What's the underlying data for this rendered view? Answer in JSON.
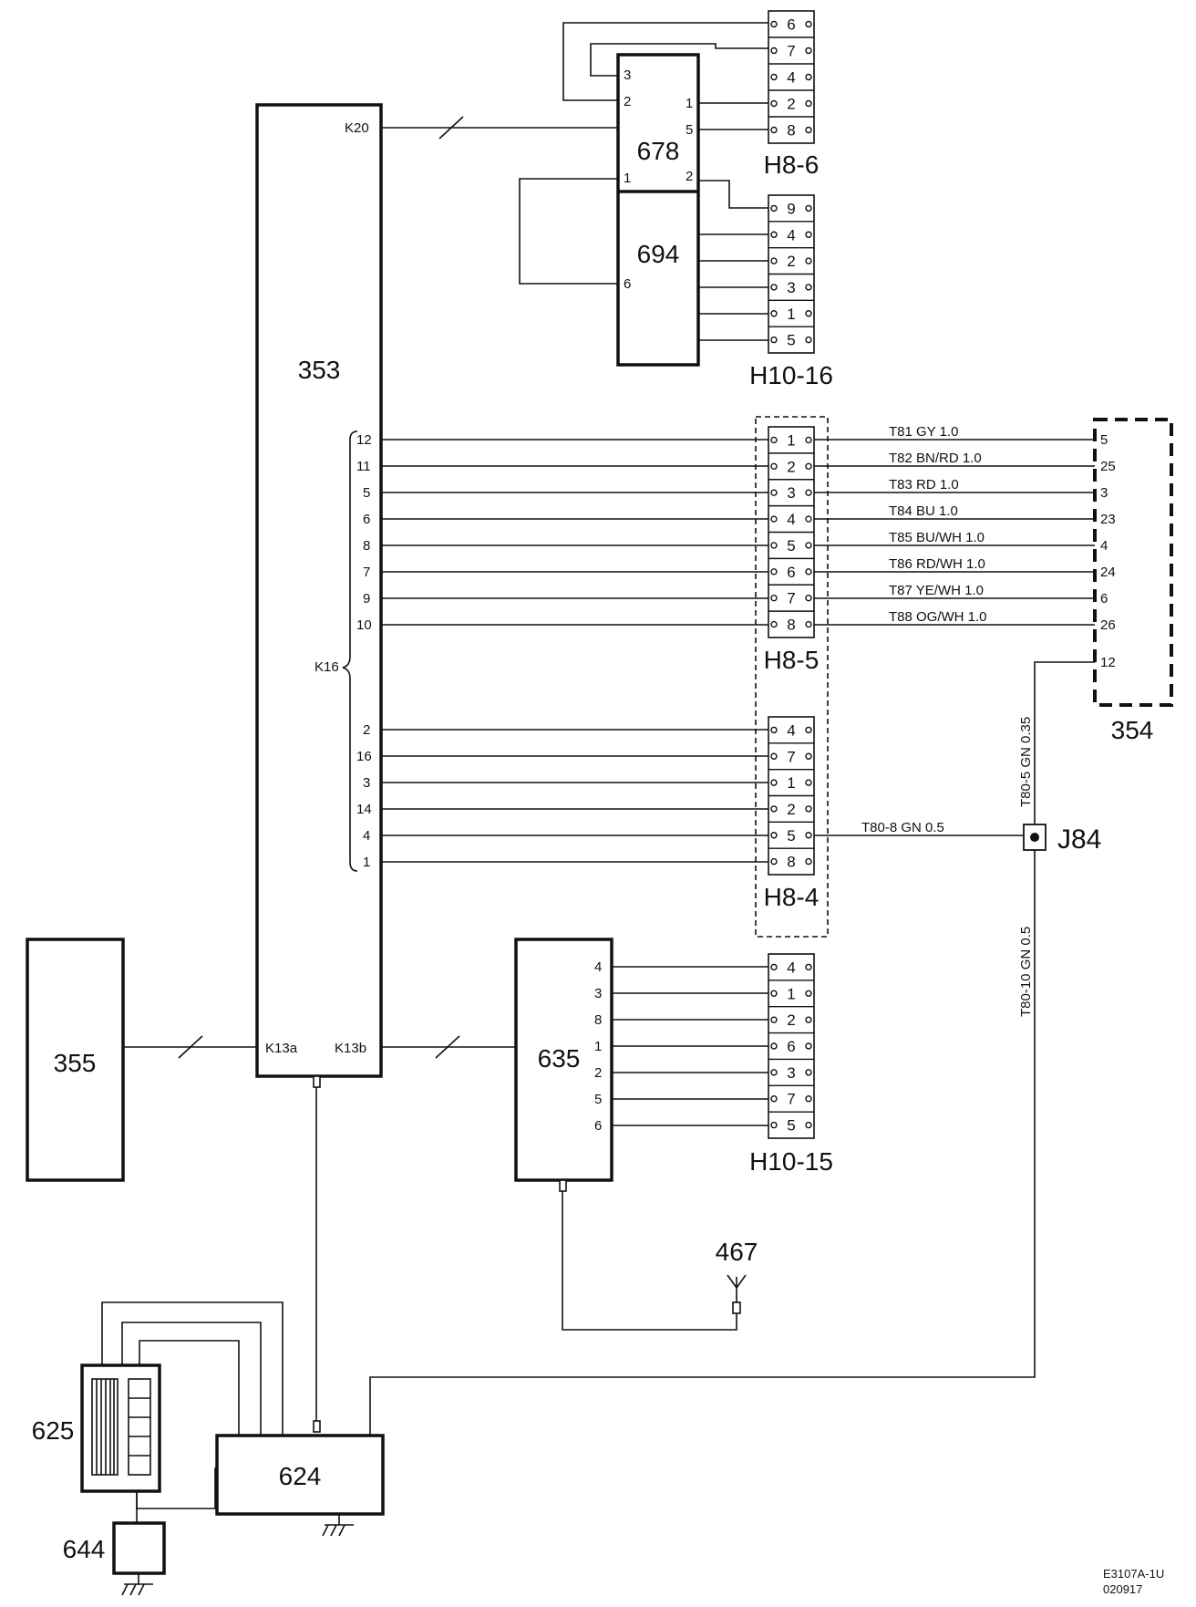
{
  "components": {
    "c353": "353",
    "c354": "354",
    "c355": "355",
    "c467": "467",
    "c624": "624",
    "c625": "625",
    "c635": "635",
    "c644": "644",
    "c678": "678",
    "c694": "694",
    "j84": "J84"
  },
  "connectors": {
    "h8_6": {
      "label": "H8-6",
      "pins": [
        "6",
        "7",
        "4",
        "2",
        "8"
      ]
    },
    "h10_16": {
      "label": "H10-16",
      "pins": [
        "9",
        "4",
        "2",
        "3",
        "1",
        "5"
      ]
    },
    "h8_5": {
      "label": "H8-5",
      "pins": [
        "1",
        "2",
        "3",
        "4",
        "5",
        "6",
        "7",
        "8"
      ]
    },
    "h8_4": {
      "label": "H8-4",
      "pins": [
        "4",
        "7",
        "1",
        "2",
        "5",
        "8"
      ]
    },
    "h10_15": {
      "label": "H10-15",
      "pins": [
        "4",
        "1",
        "2",
        "6",
        "3",
        "7",
        "5"
      ]
    }
  },
  "module353": {
    "k20": "K20",
    "k16": "K16",
    "k13a": "K13a",
    "k13b": "K13b",
    "k16_pins_upper": [
      "12",
      "11",
      "5",
      "6",
      "8",
      "7",
      "9",
      "10"
    ],
    "k16_pins_lower": [
      "2",
      "16",
      "3",
      "14",
      "4",
      "1"
    ]
  },
  "module678": {
    "pins": [
      "3",
      "2",
      "1",
      "5",
      "1",
      "2"
    ]
  },
  "module694": {
    "pin": "6"
  },
  "module635": {
    "pins": [
      "4",
      "3",
      "8",
      "1",
      "2",
      "5",
      "6"
    ]
  },
  "module354": {
    "pins": [
      "5",
      "25",
      "3",
      "23",
      "4",
      "24",
      "6",
      "26",
      "12"
    ]
  },
  "wires": [
    "T81  GY  1.0",
    "T82  BN/RD  1.0",
    "T83  RD  1.0",
    "T84  BU  1.0",
    "T85  BU/WH  1.0",
    "T86  RD/WH  1.0",
    "T87  YE/WH  1.0",
    "T88  OG/WH  1.0"
  ],
  "vertical_wires": {
    "t80_5": "T80-5  GN  0.35",
    "t80_8": "T80-8  GN  0.5",
    "t80_10": "T80-10  GN  0.5"
  },
  "footer": {
    "code": "E3107A-1U",
    "date": "020917"
  }
}
